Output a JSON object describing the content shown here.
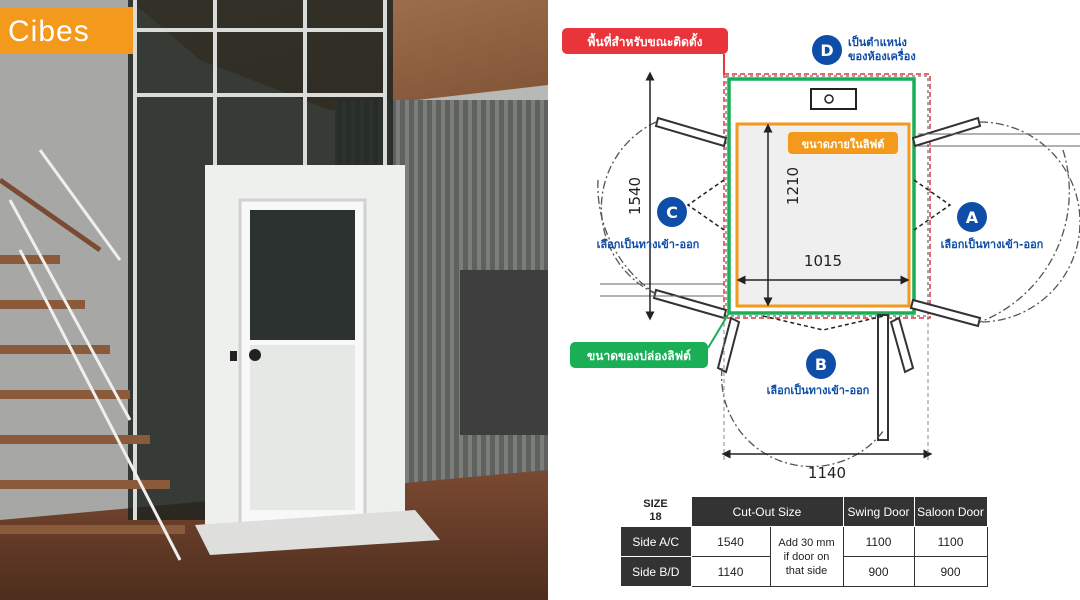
{
  "logo": {
    "text": "Cibes"
  },
  "diagram": {
    "install_area_label": "พื้นที่สำหรับขณะติดตั้ง",
    "inner_size_label": "ขนาดภายในลิฟต์",
    "shaft_size_label": "ขนาดของปล่องลิฟต์",
    "d_badge": "D",
    "d_label_line1": "เป็นตำแหน่ง",
    "d_label_line2": "ของห้องเครื่อง",
    "a_badge": "A",
    "b_badge": "B",
    "c_badge": "C",
    "entry_label": "เลือกเป็นทางเข้า-ออก",
    "dim_1540": "1540",
    "dim_1210": "1210",
    "dim_1015": "1015",
    "dim_1140": "1140",
    "colors": {
      "red": "#e8343a",
      "green": "#1aae56",
      "orange": "#f39a1c",
      "blue": "#0f4ea8"
    }
  },
  "table": {
    "size_label_line1": "SIZE",
    "size_label_line2": "18",
    "headers": [
      "Cut-Out Size",
      "Swing Door",
      "Saloon Door"
    ],
    "rows": [
      {
        "label": "Side A/C",
        "cutout": "1540",
        "swing": "1100",
        "saloon": "1100"
      },
      {
        "label": "Side B/D",
        "cutout": "1140",
        "swing": "900",
        "saloon": "900"
      }
    ],
    "note_line1": "Add 30 mm",
    "note_line2": "if door on",
    "note_line3": "that side"
  }
}
